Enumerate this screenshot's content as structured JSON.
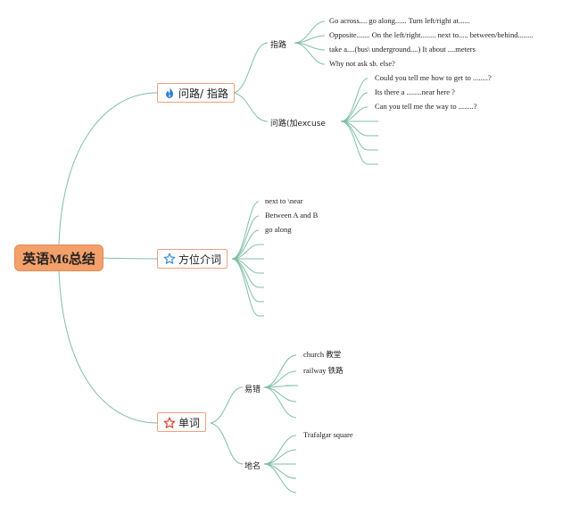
{
  "root": {
    "label": "英语M6总结"
  },
  "branches": [
    {
      "label": "问路/ 指路",
      "icon": "flame-icon",
      "subs": [
        {
          "label": "指路",
          "items": [
            "Go across.... go along...... Turn left/right at......",
            "Opposite....... On the left/right........ next to..... between/behind........",
            "take a....(bus\\ underground....) It about ....meters",
            "Why not ask sb. else?"
          ]
        },
        {
          "label": "问路(加excuse",
          "items": [
            "Could you tell me how to get to ........?",
            "Its there a ........near here ?",
            "Can you tell me the way to ........?",
            "",
            "",
            ""
          ]
        }
      ]
    },
    {
      "label": "方位介词",
      "icon": "star-outline-icon",
      "items": [
        "next to \\near",
        "Between A and B",
        "go along",
        "",
        "",
        "",
        "",
        ""
      ]
    },
    {
      "label": "单词",
      "icon": "star-red-outline-icon",
      "subs": [
        {
          "label": "易错",
          "items": [
            "church 教堂",
            "railway 铁路",
            "",
            ""
          ]
        },
        {
          "label": "地名",
          "items": [
            "Trafalgar square",
            "",
            "",
            ""
          ]
        }
      ]
    }
  ],
  "colors": {
    "link": "#7fbfa6",
    "root_fill": "#f3a06b",
    "branch_border": "#f0a080",
    "star_blue": "#3a8fd8",
    "star_red": "#e04a3a",
    "flame": "#2f7fd6"
  }
}
